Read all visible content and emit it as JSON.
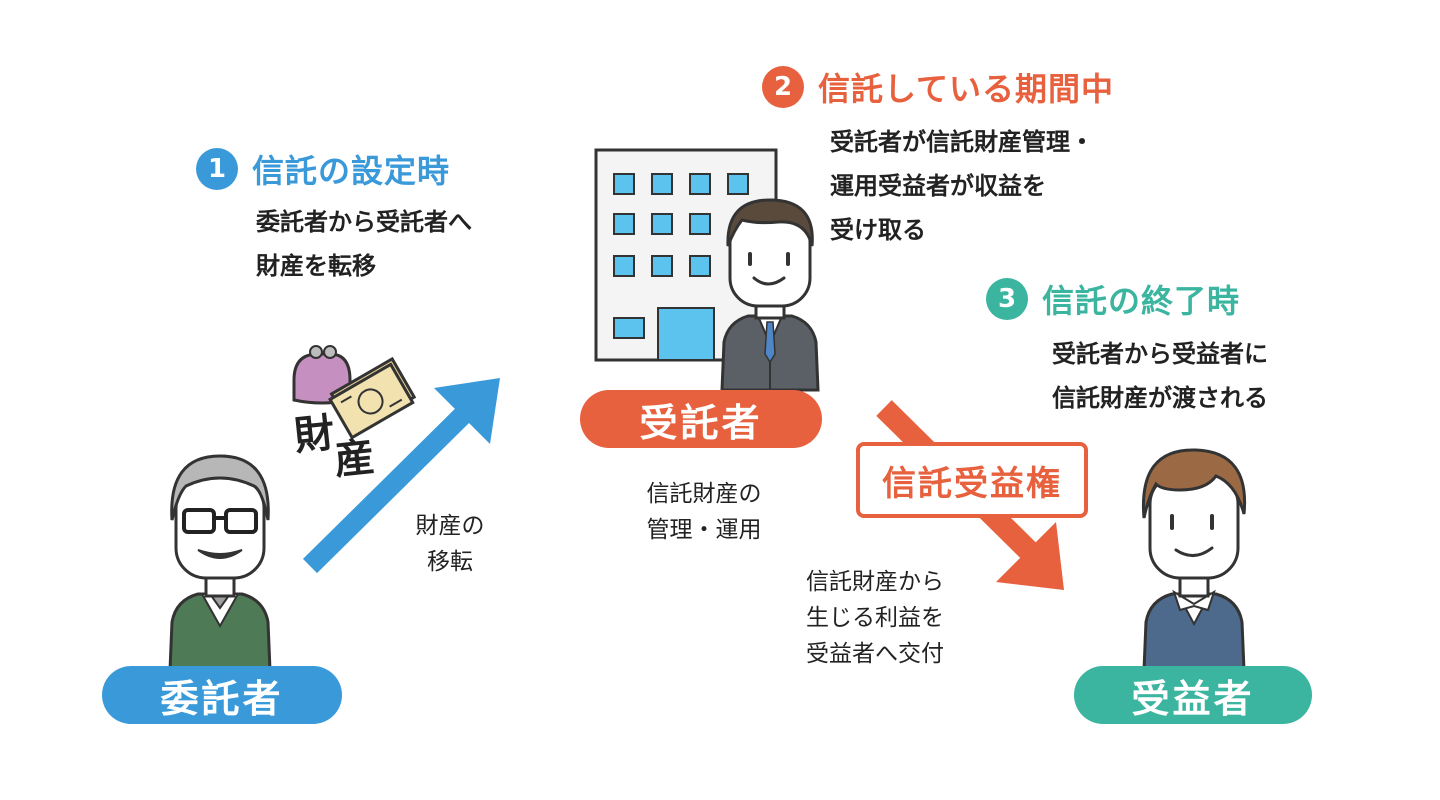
{
  "colors": {
    "blue": "#3a9ad9",
    "orange": "#e8613f",
    "teal": "#3bb5a0"
  },
  "step1": {
    "number": "1",
    "title": "信託の設定時",
    "desc_lines": [
      "委託者から受託者へ",
      "財産を転移"
    ]
  },
  "step2": {
    "number": "2",
    "title": "信託している期間中",
    "desc_lines": [
      "受託者が信託財産管理・",
      "運用受益者が収益を",
      "受け取る"
    ]
  },
  "step3": {
    "number": "3",
    "title": "信託の終了時",
    "desc_lines": [
      "受託者から受益者に",
      "信託財産が渡される"
    ]
  },
  "roles": {
    "settlor": "委託者",
    "trustee": "受託者",
    "beneficiary": "受益者"
  },
  "property_label": {
    "char1": "財",
    "char2": "産"
  },
  "transfer_note": [
    "財産の",
    "移転"
  ],
  "management_note": [
    "信託財産の",
    "管理・運用"
  ],
  "beneficial_right": "信託受益権",
  "benefit_note": [
    "信託財産から",
    "生じる利益を",
    "受益者へ交付"
  ],
  "icons": {
    "settlor_person": "elderly-man-icon",
    "trustee_person": "businessman-icon",
    "beneficiary_person": "young-man-icon",
    "building": "office-building-icon",
    "purse": "purse-icon",
    "cash": "cash-bundle-icon"
  }
}
